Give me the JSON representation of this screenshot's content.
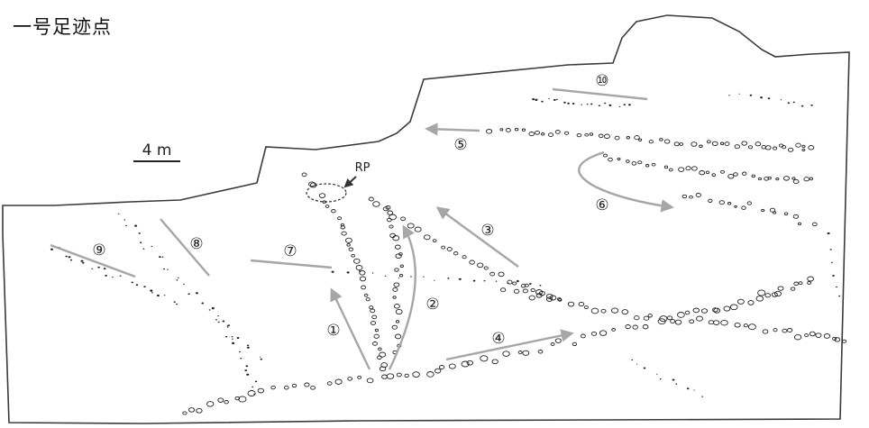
{
  "title": "一号足迹点",
  "scale_label": "4 m",
  "reference_point_label": "RP",
  "trackways": [
    {
      "id": "t1",
      "label": "①"
    },
    {
      "id": "t2",
      "label": "②"
    },
    {
      "id": "t3",
      "label": "③"
    },
    {
      "id": "t4",
      "label": "④"
    },
    {
      "id": "t5",
      "label": "⑤"
    },
    {
      "id": "t6",
      "label": "⑥"
    },
    {
      "id": "t7",
      "label": "⑦"
    },
    {
      "id": "t8",
      "label": "⑧"
    },
    {
      "id": "t9",
      "label": "⑨"
    },
    {
      "id": "t10",
      "label": "⑩"
    }
  ],
  "colors": {
    "outline": "#3a3a3a",
    "arrow": "#a6a6a6",
    "track": "#222222"
  }
}
